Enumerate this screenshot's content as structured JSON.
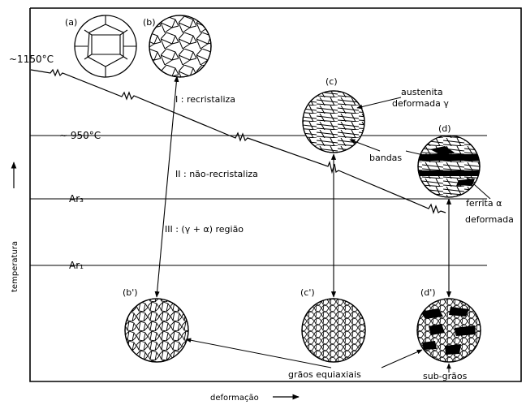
{
  "temperatures": {
    "t1150": "~1150°C",
    "t950": "~ 950°C",
    "ar3": "Ar₃",
    "ar1": "Ar₁"
  },
  "regions": {
    "r1": "I : recristaliza",
    "r2": "II : não-recristaliza",
    "r3": "III : (γ + α) região"
  },
  "microstructures": {
    "a": "(a)",
    "b": "(b)",
    "c": "(c)",
    "d": "(d)",
    "b_prime": "(b')",
    "c_prime": "(c')",
    "d_prime": "(d')"
  },
  "annotations": {
    "austenita_line1": "austenita",
    "austenita_line2": "deformada γ",
    "bandas": "bandas",
    "ferrita_line1": "ferrita α",
    "ferrita_line2": "deformada",
    "graos": "grãos equiaxiais",
    "subgraos": "sub-grãos"
  },
  "axes": {
    "y_label": "temperatura",
    "x_label": "deformação"
  },
  "colors": {
    "ink": "#000000",
    "background": "#ffffff"
  }
}
